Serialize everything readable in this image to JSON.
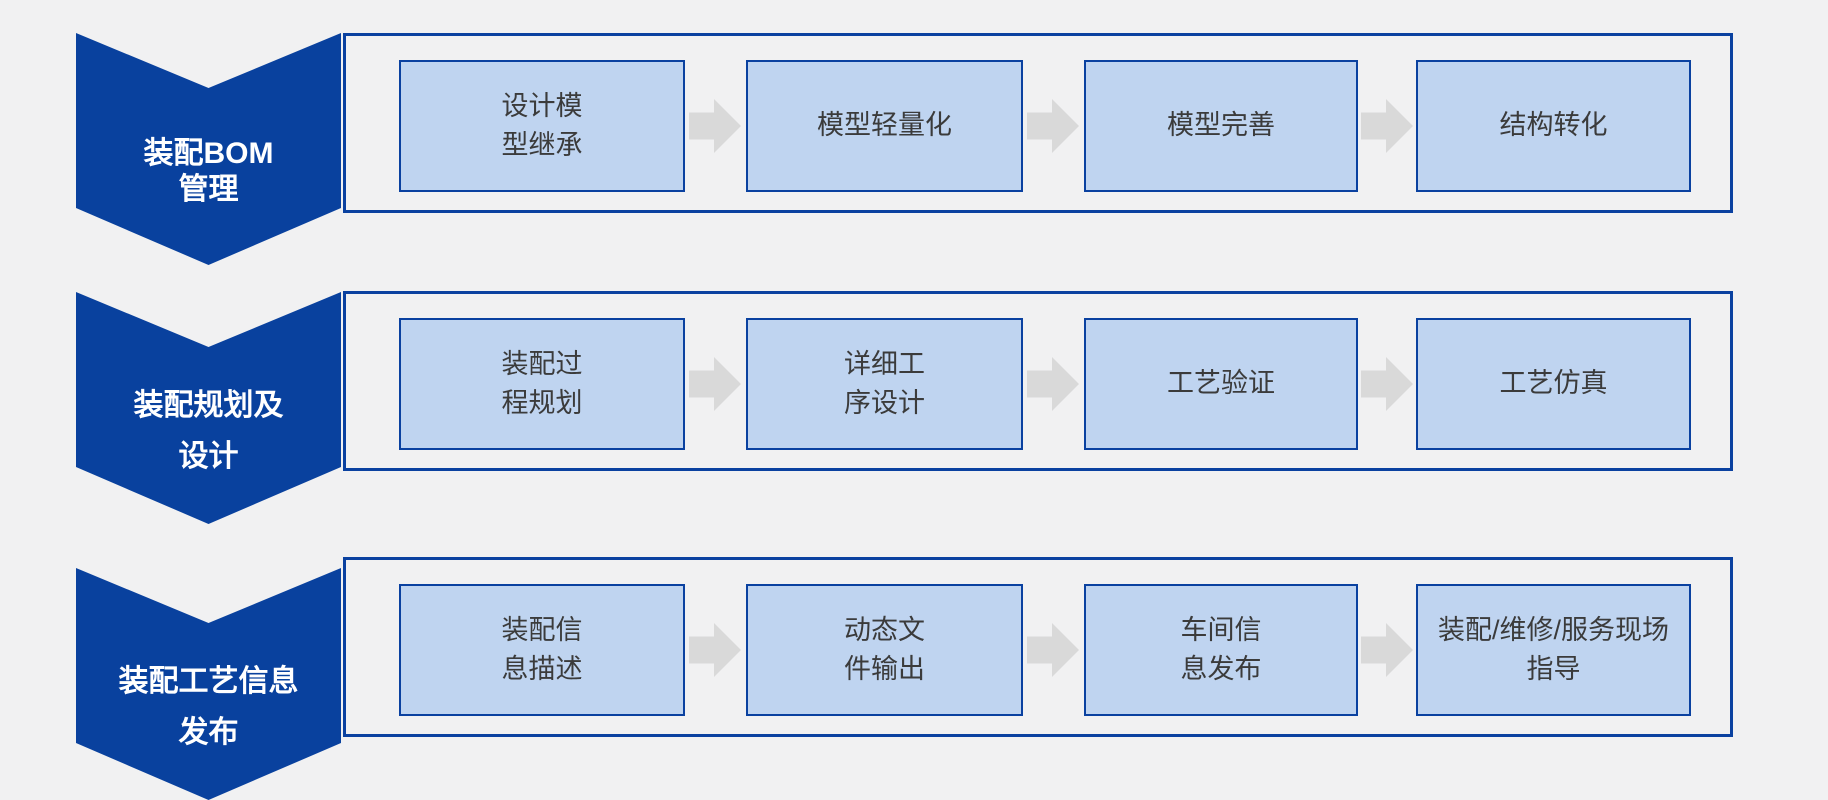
{
  "colors": {
    "background": "#f1f1f2",
    "chevron_fill": "#09419e",
    "frame_border": "#0a41a0",
    "step_fill": "#bfd4f0",
    "step_border": "#0a41a0",
    "step_text": "#3b3b3b",
    "chevron_text": "#ffffff",
    "arrow_gray": "#d9d9d9"
  },
  "rows": [
    {
      "label_line1": "装配BOM",
      "label_line2": "管理",
      "steps": [
        {
          "line1": "设计模",
          "line2": "型继承"
        },
        {
          "line1": "模型轻量化",
          "line2": ""
        },
        {
          "line1": "模型完善",
          "line2": ""
        },
        {
          "line1": "结构转化",
          "line2": ""
        }
      ]
    },
    {
      "label_line1": "装配规划及",
      "label_line2": "设计",
      "steps": [
        {
          "line1": "装配过",
          "line2": "程规划"
        },
        {
          "line1": "详细工",
          "line2": "序设计"
        },
        {
          "line1": "工艺验证",
          "line2": ""
        },
        {
          "line1": "工艺仿真",
          "line2": ""
        }
      ]
    },
    {
      "label_line1": "装配工艺信息",
      "label_line2": "发布",
      "steps": [
        {
          "line1": "装配信",
          "line2": "息描述"
        },
        {
          "line1": "动态文",
          "line2": "件输出"
        },
        {
          "line1": "车间信",
          "line2": "息发布"
        },
        {
          "line1": "装配/维修/服务现场",
          "line2": "指导"
        }
      ]
    }
  ]
}
